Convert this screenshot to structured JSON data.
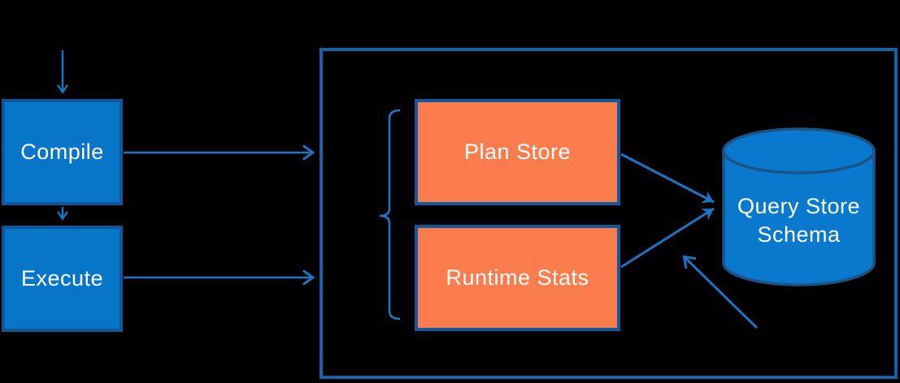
{
  "diagram": {
    "background": "#000000",
    "nodes": {
      "compile": {
        "label": "Compile",
        "shape": "rect",
        "fill": "#0876C8",
        "border": "#0F5796",
        "text_color": "#FFFFFF"
      },
      "execute": {
        "label": "Execute",
        "shape": "rect",
        "fill": "#0876C8",
        "border": "#0F5796",
        "text_color": "#FFFFFF"
      },
      "plan_store": {
        "label": "Plan Store",
        "shape": "rect",
        "fill": "#FB7D4E",
        "border": "#10599C",
        "text_color": "#FFFFFF"
      },
      "runtime_stats": {
        "label": "Runtime Stats",
        "shape": "rect",
        "fill": "#FB7D4E",
        "border": "#10599C",
        "text_color": "#FFFFFF"
      },
      "query_store_schema": {
        "label": "Query Store Schema",
        "shape": "cylinder",
        "fill": "#0979CE",
        "border": "#1B5384",
        "text_color": "#FFFFFF"
      },
      "container": {
        "label": "",
        "shape": "rect-outline",
        "border": "#1263AC"
      }
    },
    "edges": [
      {
        "from": "top",
        "to": "compile"
      },
      {
        "from": "compile",
        "to": "execute"
      },
      {
        "from": "compile",
        "to": "container"
      },
      {
        "from": "execute",
        "to": "container"
      },
      {
        "from": "plan_store",
        "to": "query_store_schema"
      },
      {
        "from": "runtime_stats",
        "to": "query_store_schema"
      },
      {
        "from": "bottom-right",
        "to": "query_store_schema"
      }
    ],
    "grouping": {
      "brace_groups": [
        "plan_store",
        "runtime_stats"
      ],
      "brace_color": "#1E78CC"
    },
    "arrow_color": "#1B74C6"
  }
}
